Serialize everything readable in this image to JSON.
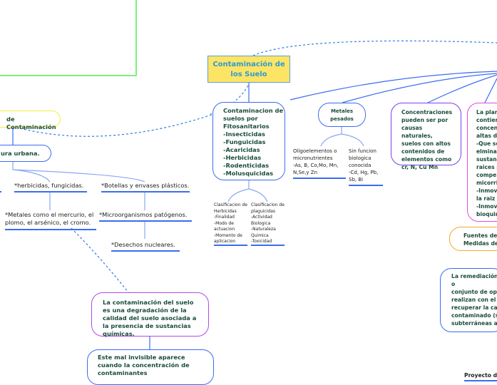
{
  "fragment_top": "325",
  "central": "Contaminación de los Suelo",
  "types": "de Contaminación",
  "urban": "ura urbana.",
  "leaves": {
    "herb": "*herbicidas, fungicidas.",
    "bot": "*Botellas y envases plásticos.",
    "met": "*Metales como el mercurio, el plomo, el arsénico, el cromo.",
    "micro": "*Microorganismos patógenos.",
    "nuc": "*Desechos nucleares."
  },
  "fito": "Contaminacion de suelos por Fitosanitarios\n-Insecticidas\n-Funguicidas\n-Acaricidas\n-Herbicidas\n-Rodenticidas\n-Molusquicidas",
  "clas1": "Clasificacion de Herbicidas\n-Finalidad\n-Modo de actuacion\n-Momento de aplicacion",
  "clas2": "Clasificacion de plaguicidas\n-Actividad Biologica\n-Naturaleza Quimica\n-Toxicidad",
  "metales": "Metales pesados",
  "oligo": "Oligoelementos o micronutrientes\n-As, B, Co,Mo, Mn, N,Se,y Zn",
  "sinf": "Sin funcion biologica conocida\n-Cd, Hg, Pb, Sb, Bi",
  "conc": "Concentraciones pueden ser por causas naturales, suelos con altos contenidos de elementos como cr, N, Cu Mn",
  "planta": "La plan\ncontien\nconcen\naltas de\n-Que se\nelmina\nsustanc\nraices p\ncompe\nmicorri\n-Inmov\nla raiz\n-Inmov\nbioquin",
  "fuentes": "Fuentes de C\nMedidas de",
  "remed": "La remediación\no\nconjunto de ope\nrealizan con el c\nrecuperar la cal\ncontaminado (s\nsubterráneas as",
  "proyecto": "Proyecto d",
  "degrad": "La contaminación del suelo es una degradación de la calidad del suelo asociada a la presencia de sustancias químicas.",
  "mal": "Este mal invisible aparece cuando la concentración de contaminantes"
}
